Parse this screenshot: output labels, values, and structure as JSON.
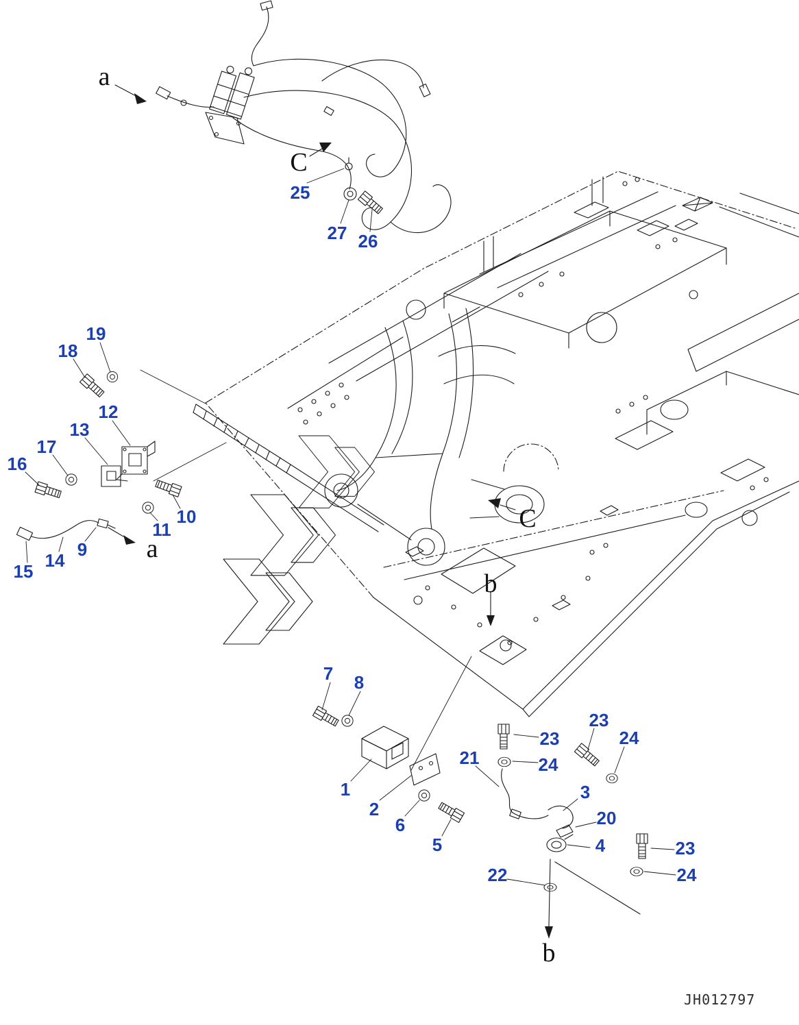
{
  "page": {
    "drawing_id": "JH012797",
    "accent_color": "#1b3fae",
    "line_color": "#1a1a1a",
    "background": "#ffffff"
  },
  "callouts": [
    {
      "label": "25"
    },
    {
      "label": "27"
    },
    {
      "label": "26"
    },
    {
      "label": "19"
    },
    {
      "label": "18"
    },
    {
      "label": "12"
    },
    {
      "label": "13"
    },
    {
      "label": "17"
    },
    {
      "label": "16"
    },
    {
      "label": "10"
    },
    {
      "label": "11"
    },
    {
      "label": "9"
    },
    {
      "label": "14"
    },
    {
      "label": "15"
    },
    {
      "label": "7"
    },
    {
      "label": "8"
    },
    {
      "label": "23"
    },
    {
      "label": "24"
    },
    {
      "label": "21"
    },
    {
      "label": "23"
    },
    {
      "label": "24"
    },
    {
      "label": "1"
    },
    {
      "label": "2"
    },
    {
      "label": "3"
    },
    {
      "label": "6"
    },
    {
      "label": "20"
    },
    {
      "label": "5"
    },
    {
      "label": "4"
    },
    {
      "label": "23"
    },
    {
      "label": "24"
    },
    {
      "label": "22"
    }
  ],
  "view_labels": [
    {
      "label": "a"
    },
    {
      "label": "C"
    },
    {
      "label": "a"
    },
    {
      "label": "C"
    },
    {
      "label": "b"
    },
    {
      "label": "b"
    }
  ]
}
